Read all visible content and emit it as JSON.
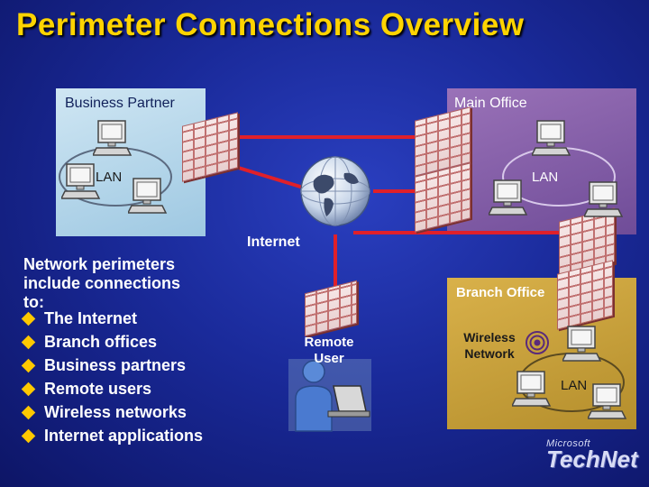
{
  "title": "Perimeter Connections Overview",
  "zones": {
    "business_partner": "Business Partner",
    "main_office": "Main Office",
    "branch_office": "Branch Office"
  },
  "labels": {
    "lan_partner": "LAN",
    "lan_main": "LAN",
    "lan_branch": "LAN",
    "internet": "Internet",
    "remote_user": "Remote User",
    "wireless_network": "Wireless Network"
  },
  "bullets": {
    "lead_line1": "Network perimeters",
    "lead_line2": "include connections",
    "lead_line3": "to:",
    "items": [
      "The Internet",
      "Branch offices",
      "Business partners",
      "Remote users",
      "Wireless networks",
      "Internet applications"
    ]
  },
  "logo": {
    "maker": "Microsoft",
    "product": "TechNet"
  },
  "colors": {
    "background": "#1a2a9a",
    "title": "#ffd400",
    "partner_zone": "#b8d9ec",
    "main_zone": "#8460a8",
    "branch_zone": "#c9a03a",
    "link": "#e0202a",
    "bullet": "#ffc800"
  },
  "icons": [
    "computer-icon",
    "globe-icon",
    "firewall-icon",
    "remote-user-icon",
    "wireless-access-point-icon"
  ]
}
